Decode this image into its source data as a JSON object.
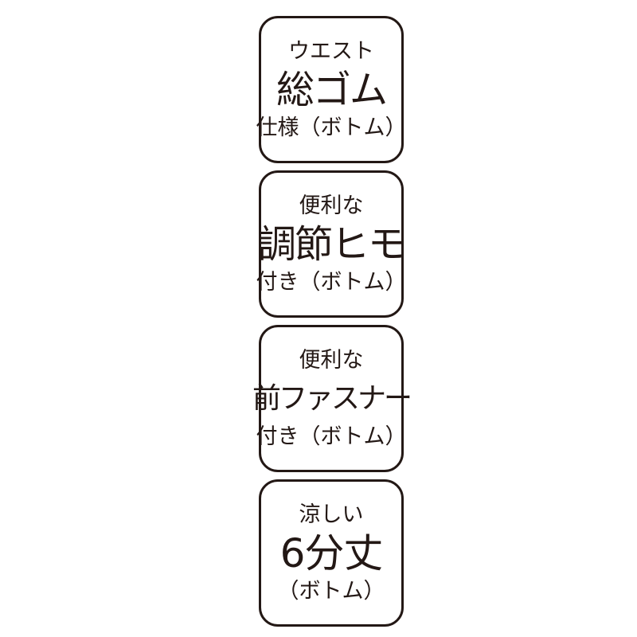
{
  "badges": [
    {
      "top": "ウエスト",
      "main": "総ゴム",
      "bottom": "仕様（ボトム）"
    },
    {
      "top": "便利な",
      "main": "調節ヒモ",
      "bottom": "付き（ボトム）"
    },
    {
      "top": "便利な",
      "main": "前ファスナー",
      "bottom": "付き（ボトム）"
    },
    {
      "top": "涼しい",
      "main": "6分丈",
      "bottom": "（ボトム）"
    }
  ],
  "colors": {
    "ink": "#231815",
    "background": "#ffffff"
  }
}
